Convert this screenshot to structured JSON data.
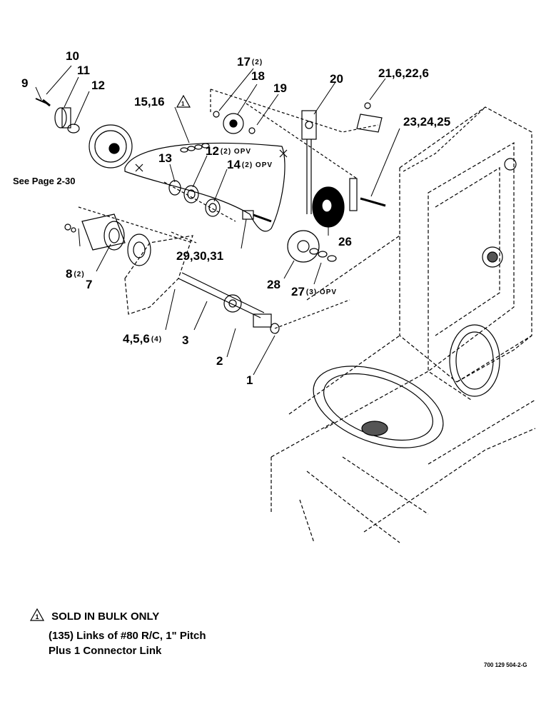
{
  "callouts": [
    {
      "id": "c10",
      "text": "10",
      "sub": ""
    },
    {
      "id": "c11",
      "text": "11",
      "sub": ""
    },
    {
      "id": "c9",
      "text": "9",
      "sub": ""
    },
    {
      "id": "c12a",
      "text": "12",
      "sub": ""
    },
    {
      "id": "c17",
      "text": "17",
      "sub": "(2)"
    },
    {
      "id": "c18",
      "text": "18",
      "sub": ""
    },
    {
      "id": "c19",
      "text": "19",
      "sub": ""
    },
    {
      "id": "c20",
      "text": "20",
      "sub": ""
    },
    {
      "id": "c21",
      "text": "21,6,22,6",
      "sub": ""
    },
    {
      "id": "c23",
      "text": "23,24,25",
      "sub": ""
    },
    {
      "id": "c1516",
      "text": "15,16",
      "sub": ""
    },
    {
      "id": "c13",
      "text": "13",
      "sub": ""
    },
    {
      "id": "c12b",
      "text": "12",
      "sub": "(2) OPV"
    },
    {
      "id": "c14",
      "text": "14",
      "sub": "(2) OPV"
    },
    {
      "id": "c26",
      "text": "26",
      "sub": ""
    },
    {
      "id": "c8",
      "text": "8",
      "sub": "(2)"
    },
    {
      "id": "c7",
      "text": "7",
      "sub": ""
    },
    {
      "id": "c293031",
      "text": "29,30,31",
      "sub": ""
    },
    {
      "id": "c28",
      "text": "28",
      "sub": ""
    },
    {
      "id": "c27",
      "text": "27",
      "sub": "(3) OPV"
    },
    {
      "id": "c456",
      "text": "4,5,6",
      "sub": "(4)"
    },
    {
      "id": "c3",
      "text": "3",
      "sub": ""
    },
    {
      "id": "c2",
      "text": "2",
      "sub": ""
    },
    {
      "id": "c1",
      "text": "1",
      "sub": ""
    }
  ],
  "see_page": "See Page 2-30",
  "warning_symbol": "1",
  "note": {
    "line1": "SOLD IN BULK ONLY",
    "line2": "(135) Links of #80 R/C, 1\" Pitch",
    "line3": "Plus 1 Connector Link"
  },
  "drawing_number": "700 129 504-2-G"
}
